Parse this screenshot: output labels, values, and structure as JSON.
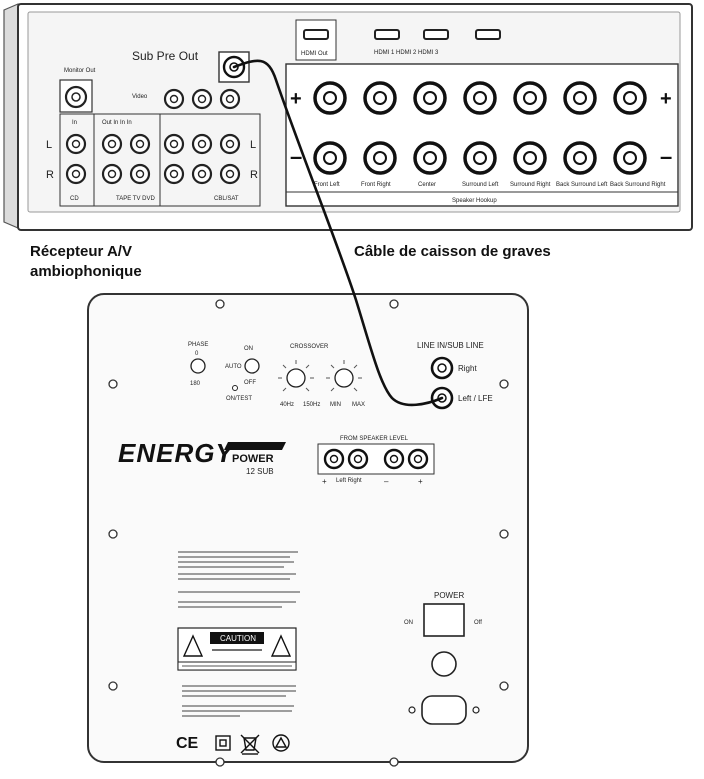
{
  "receiver": {
    "caption_line1": "Récepteur A/V",
    "caption_line2": "ambiophonique",
    "sub_pre_out": "Sub Pre Out",
    "monitor_out": "Monitor Out",
    "video": "Video",
    "in": "In",
    "out_in": "Out In In In",
    "tape_tv_dvd": "TAPE TV DVD",
    "cd": "CD",
    "cbl_sat": "CBL/SAT",
    "left": "L",
    "right": "R",
    "hdmi_out": "HDMI Out",
    "hdmi_inputs": "HDMI 1  HDMI 2  HDMI 3",
    "plus": "+",
    "minus": "–",
    "speaker_labels": [
      "Front Left",
      "Front Right",
      "Center",
      "Surround Left",
      "Surround Right",
      "Back Surround Left",
      "Back Surround Right"
    ],
    "speakers_group": "Speaker Hookup"
  },
  "cable": {
    "caption": "Câble de caisson de graves"
  },
  "subwoofer": {
    "phase": "PHASE",
    "phase_values": [
      "0",
      "180"
    ],
    "auto": "AUTO",
    "on": "ON",
    "off": "OFF",
    "on_test": "ON/TEST",
    "crossover": "CROSSOVER",
    "crossover_values": [
      "40Hz",
      "150Hz",
      "MIN",
      "MAX"
    ],
    "line_in": "LINE IN/SUB LINE",
    "right_in": "Right",
    "left_lfe": "Left / LFE",
    "brand": "ENERGY",
    "power_word": "POWER",
    "model": "12 SUB",
    "speaker_level": "FROM SPEAKER LEVEL",
    "left_right": "Left  Right",
    "caution": "CAUTION",
    "power": "POWER",
    "power_on": "ON",
    "power_off": "Off",
    "ce_mark": "CE"
  }
}
